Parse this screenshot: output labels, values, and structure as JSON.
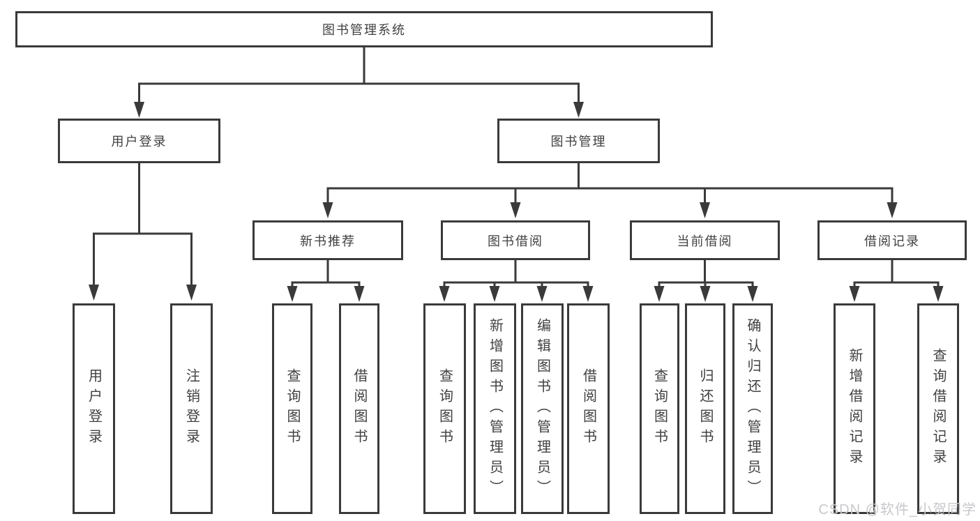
{
  "root": {
    "label": "图书管理系统"
  },
  "branches": {
    "user_login": {
      "label": "用户登录",
      "children": {
        "login": "用户登录",
        "logout": "注销登录"
      }
    },
    "book_management": {
      "label": "图书管理",
      "children": {
        "new_book_recommend": {
          "label": "新书推荐",
          "children": {
            "query_books": "查询图书",
            "borrow_books": "借阅图书"
          }
        },
        "book_borrowing": {
          "label": "图书借阅",
          "children": {
            "query_books": "查询图书",
            "add_books_admin": "新增图书（管理员）",
            "edit_books_admin": "编辑图书（管理员）",
            "borrow_books": "借阅图书"
          }
        },
        "current_borrowing": {
          "label": "当前借阅",
          "children": {
            "query_books": "查询图书",
            "return_books": "归还图书",
            "confirm_return_admin": "确认归还（管理员）"
          }
        },
        "borrowing_records": {
          "label": "借阅记录",
          "children": {
            "add_record": "新增借阅记录",
            "query_record": "查询借阅记录"
          }
        }
      }
    }
  },
  "watermark": "CSDN @软件_小贺同学",
  "colors": {
    "line": "#3a3a3a",
    "text": "#404040",
    "background": "#ffffff",
    "watermark": "#c8c8cc"
  }
}
